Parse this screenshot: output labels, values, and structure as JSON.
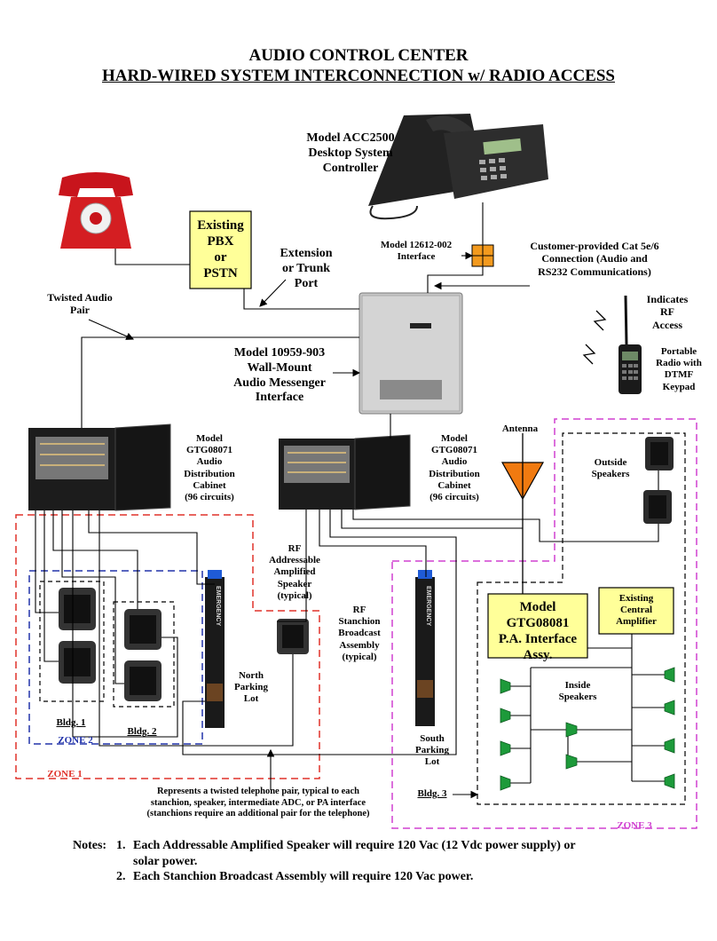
{
  "title": {
    "line1": "AUDIO CONTROL CENTER",
    "line2": "HARD-WIRED SYSTEM INTERCONNECTION w/ RADIO ACCESS"
  },
  "components": {
    "controller": "Model ACC2500\nDesktop System\nController",
    "interface_12612": "Model 12612-002\nInterface",
    "cat5": "Customer-provided Cat 5e/6\nConnection (Audio and\nRS232 Communications)",
    "pbx_box": "Existing\nPBX\nor\nPSTN",
    "extension_port": "Extension\nor Trunk\nPort",
    "twisted_audio_pair": "Twisted Audio\nPair",
    "messenger": "Model 10959-903\nWall-Mount\nAudio Messenger\nInterface",
    "rf_indicates": "Indicates\nRF\nAccess",
    "portable_radio": "Portable\nRadio with\nDTMF\nKeypad",
    "cabinet1": "Model\nGTG08071\nAudio\nDistribution\nCabinet\n(96 circuits)",
    "cabinet2": "Model\nGTG08071\nAudio\nDistribution\nCabinet\n(96 circuits)",
    "antenna": "Antenna",
    "outside_speakers": "Outside\nSpeakers",
    "rf_speaker": "RF\nAddressable\nAmplified\nSpeaker\n(typical)",
    "rf_stanchion": "RF\nStanchion\nBroadcast\nAssembly\n(typical)",
    "pa_interface": "Model\nGTG08081\nP.A. Interface\nAssy.",
    "central_amp": "Existing\nCentral\nAmplifier",
    "inside_speakers": "Inside\nSpeakers",
    "north_lot": "North\nParking\nLot",
    "south_lot": "South\nParking\nLot",
    "bldg1": "Bldg. 1",
    "bldg2": "Bldg. 2",
    "bldg3": "Bldg. 3",
    "zone1": "ZONE 1",
    "zone2": "ZONE 2",
    "zone3": "ZONE 3",
    "twisted_pair_note": "Represents a twisted telephone pair, typical to each\nstanchion, speaker, intermediate ADC, or PA interface\n(stanchions require an additional pair for the telephone)",
    "stanchion_text": "EMERGENCY"
  },
  "notes": {
    "label": "Notes:",
    "n1_num": "1.",
    "n1_a": "Each Addressable Amplified Speaker will require 120 Vac (12 Vdc power supply) or",
    "n1_b": "solar power.",
    "n2_num": "2.",
    "n2": "Each Stanchion Broadcast Assembly will require 120 Vac power."
  },
  "colors": {
    "zone1": "#e0322a",
    "zone2": "#2233aa",
    "zone3": "#d040d0",
    "box_fill": "#ffff99",
    "antenna": "#f07a10",
    "interface": "#f39a1e",
    "speaker_green": "#1d9a3a"
  }
}
